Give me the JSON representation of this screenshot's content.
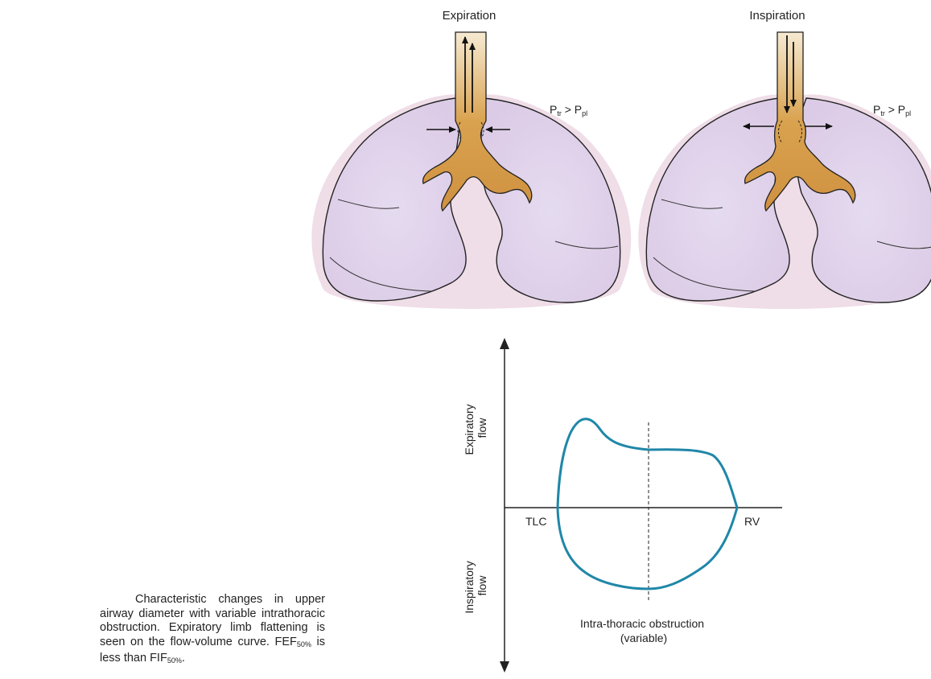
{
  "lungs": {
    "expiration": {
      "title": "Expiration",
      "pressure_main": "P",
      "pressure_sub1": "tr",
      "pressure_op": " > P",
      "pressure_sub2": "pl"
    },
    "inspiration": {
      "title": "Inspiration",
      "pressure_main": "P",
      "pressure_sub1": "tr",
      "pressure_op": " > P",
      "pressure_sub2": "pl"
    }
  },
  "flow_volume": {
    "y_label_top_line1": "Expiratory",
    "y_label_top_line2": "flow",
    "y_label_bottom_line1": "Inspiratory",
    "y_label_bottom_line2": "flow",
    "x_left_label": "TLC",
    "x_right_label": "RV",
    "subtitle_line1": "Intra-thoracic obstruction",
    "subtitle_line2": "(variable)",
    "loop_color": "#1f87a8"
  },
  "caption": {
    "text_part1": "Characteristic changes in upper airway diameter with variable intrathoracic obstruction. Expiratory limb flattening is seen on the flow-volume curve. FEF",
    "sub1": "50%",
    "text_part2": " is less than FIF",
    "sub2": "50%",
    "text_part3": "."
  },
  "colors": {
    "lung_fill": "#e6d9ef",
    "lung_edge": "#d9bfd6",
    "airway": "#d9a45a",
    "airway_light": "#f3dfb4"
  }
}
